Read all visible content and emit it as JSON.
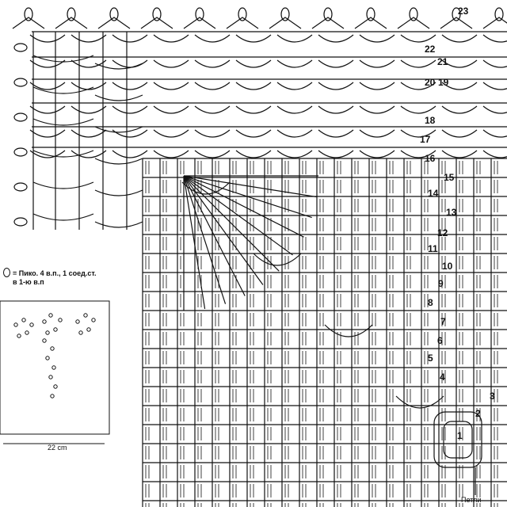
{
  "diagram": {
    "row_numbers": [
      "1",
      "2",
      "3",
      "4",
      "5",
      "6",
      "7",
      "8",
      "9",
      "10",
      "11",
      "12",
      "13",
      "14",
      "15",
      "16",
      "17",
      "18",
      "19",
      "20",
      "21",
      "22",
      "23"
    ],
    "legend": {
      "line1": "= Пико. 4 в.п., 1 соед.ст.",
      "line2": "в 1-ю в.п"
    },
    "inset": {
      "dimension": "22 cm"
    },
    "loop_label": "Петли"
  }
}
